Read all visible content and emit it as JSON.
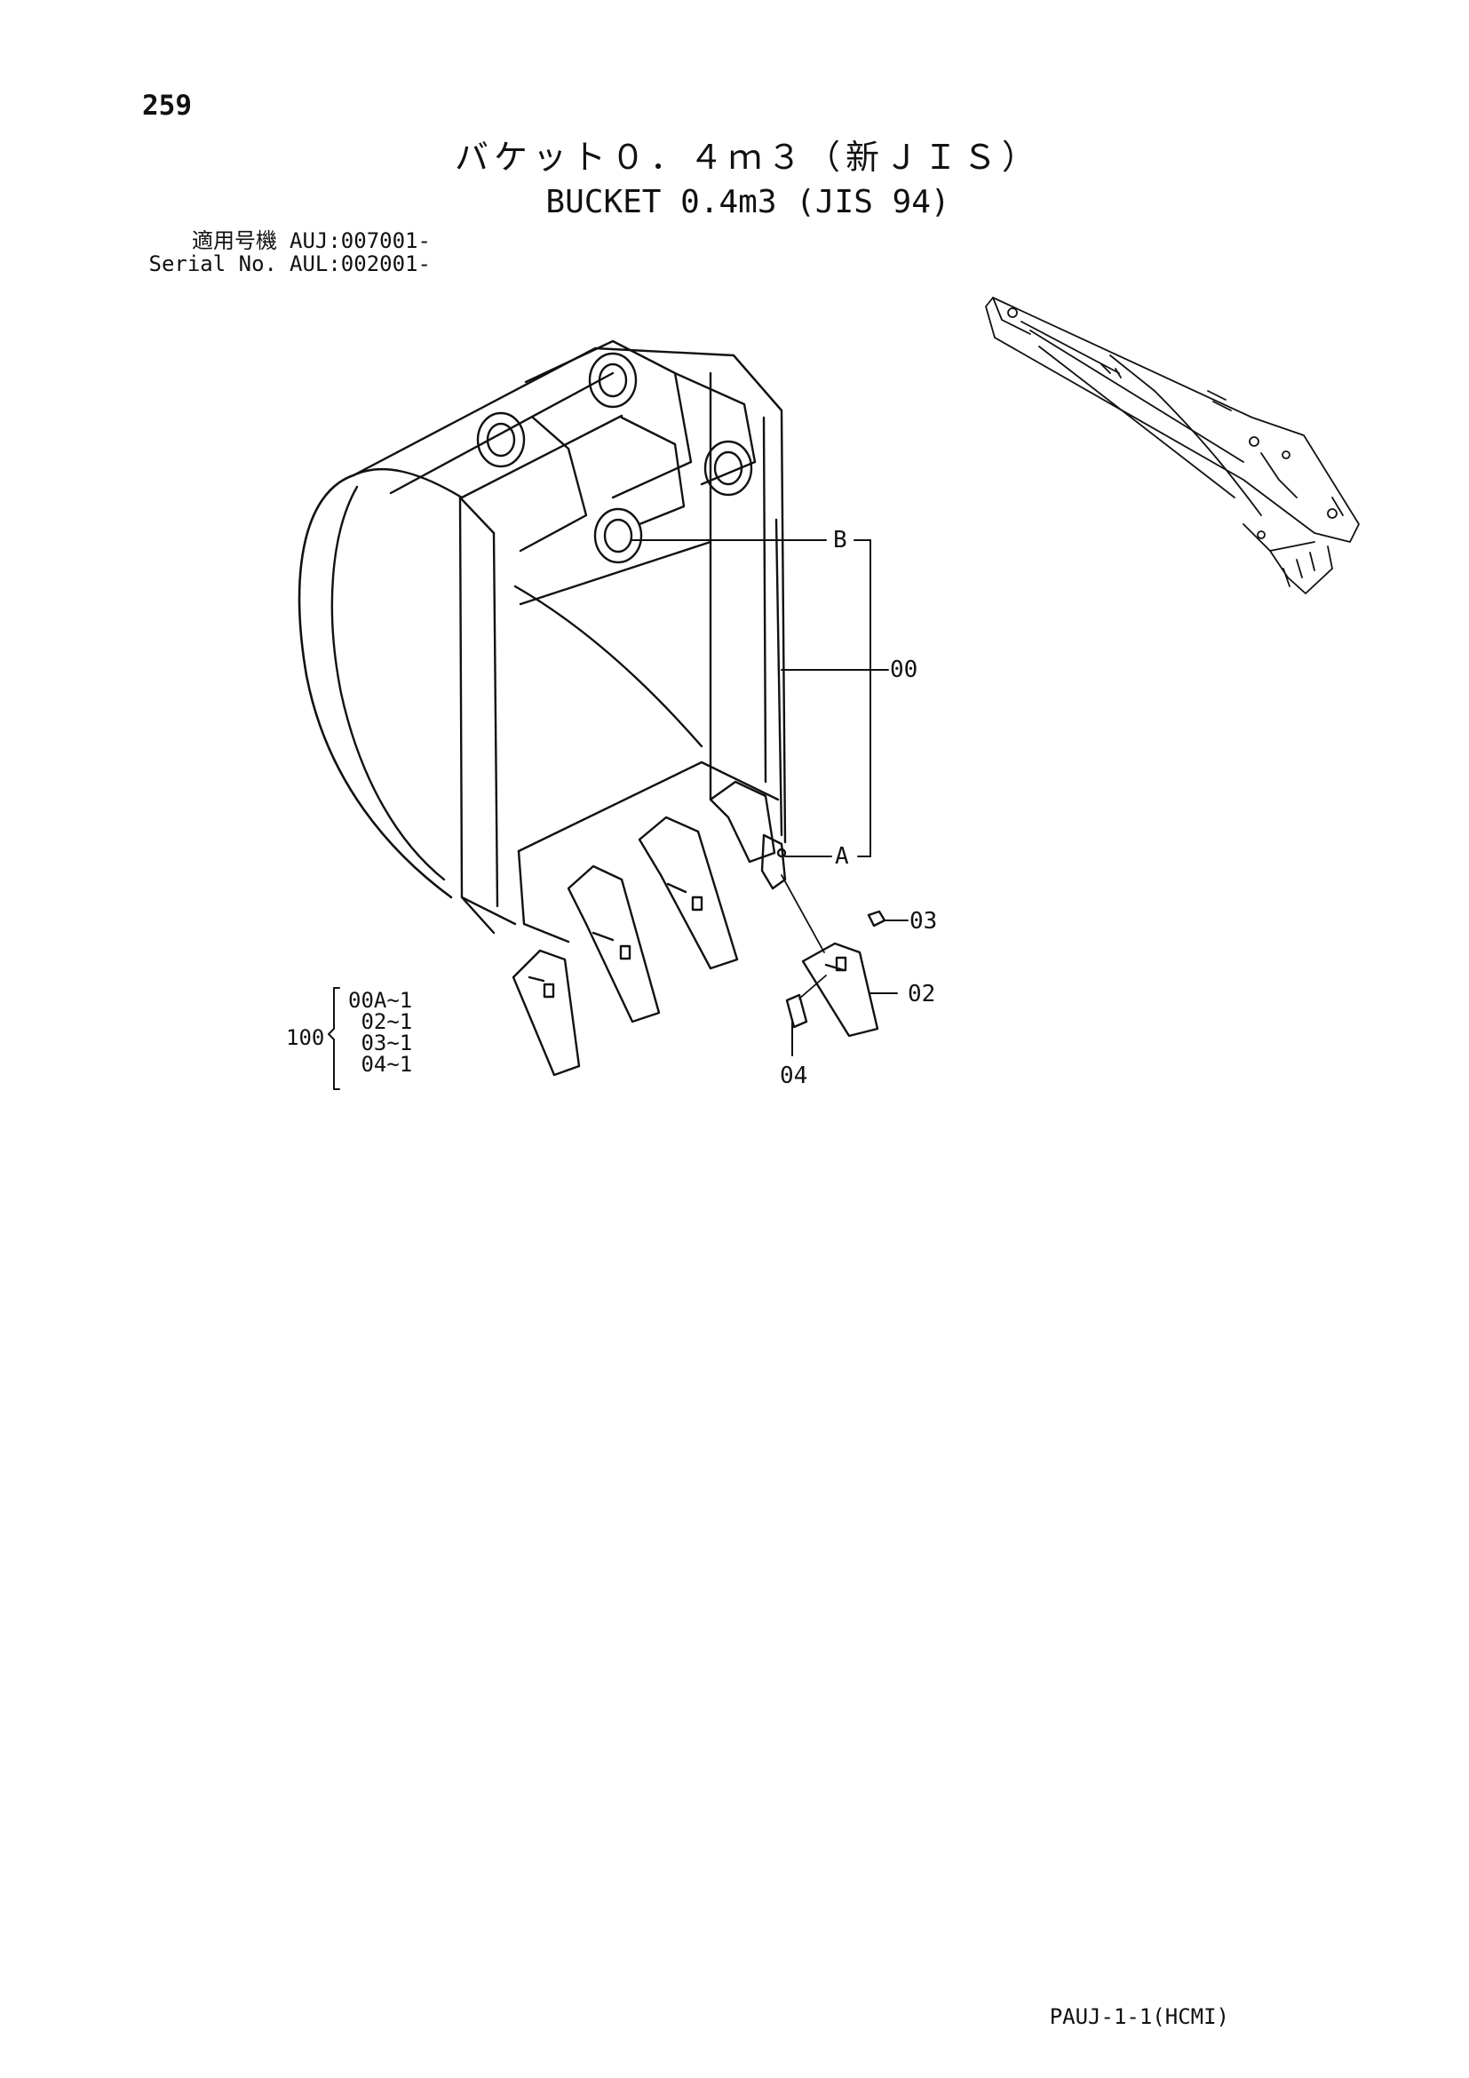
{
  "page": {
    "number": "259",
    "footer_code": "PAUJ-1-1(HCMI)"
  },
  "title": {
    "japanese": "バケット０．４ｍ３（新ＪＩＳ）",
    "english": "BUCKET 0.4m3 (JIS 94)"
  },
  "serial": {
    "rows": [
      {
        "label": "適用号機",
        "value": "AUJ:007001-"
      },
      {
        "label": "Serial No.",
        "value": "AUL:002001-"
      }
    ]
  },
  "callouts": {
    "b": "B",
    "a": "A",
    "c00": "00",
    "c03": "03",
    "c02": "02",
    "c04": "04"
  },
  "kit": {
    "number": "100",
    "items": [
      "00A~1",
      " 02~1",
      " 03~1",
      " 04~1"
    ]
  }
}
